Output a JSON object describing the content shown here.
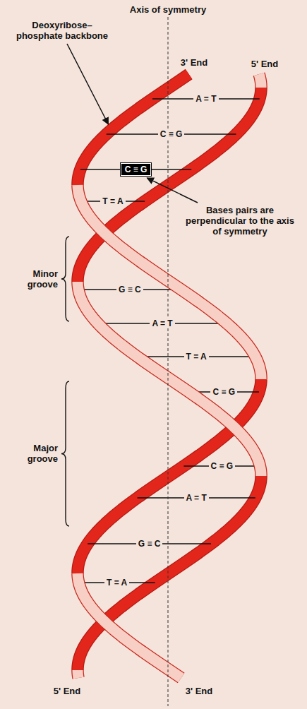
{
  "diagram": {
    "nodes": [
      {
        "text": [
          "C ≡ G"
        ]
      }
    ],
    "labels": [
      "Axis of symmetry",
      "3' End",
      "5' End",
      "Deoxyribose–phosphate backbone",
      "A = T",
      "C ≡ G",
      "Bases pairs are perpendicular to the axis of symmetry",
      "T = A",
      "Minor groove",
      "G ≡ C",
      "A = T",
      "T = A",
      "C ≡ G",
      "Major groove",
      "C ≡ G",
      "A = T",
      "G ≡ C",
      "T = A",
      "5' End",
      "3' End"
    ]
  }
}
